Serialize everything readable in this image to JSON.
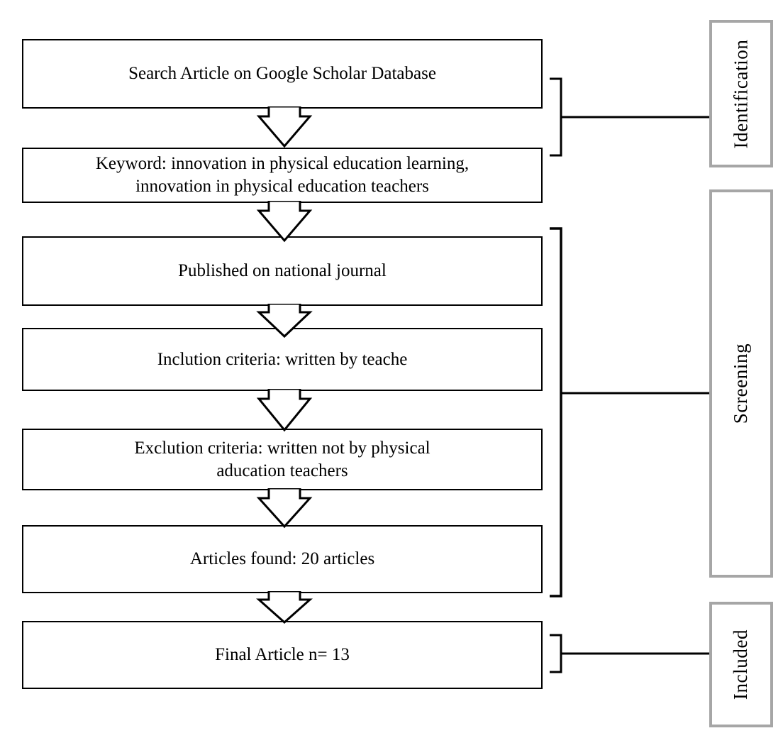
{
  "diagram": {
    "title": "PRISMA-style article selection flow diagram",
    "line_color": "#000000",
    "stage_border_color": "#a6a6a6",
    "background": "#ffffff"
  },
  "flow": {
    "boxes": [
      {
        "id": "search-article",
        "label": "Search Article on Google Scholar Database"
      },
      {
        "id": "keyword",
        "label": "Keyword: innovation in physical education learning,\ninnovation in physical education teachers"
      },
      {
        "id": "published-national-journal",
        "label": "Published on national journal"
      },
      {
        "id": "inclusion-criteria",
        "label": "Inclution criteria: written by teache"
      },
      {
        "id": "exclusion-criteria",
        "label": "Exclution criteria: written not by physical\naducation teachers"
      },
      {
        "id": "articles-found",
        "label": "Articles found: 20 articles"
      },
      {
        "id": "final-article",
        "label": "Final Article n= 13"
      }
    ],
    "connector_icon": "hollow-down-arrow"
  },
  "stages": [
    {
      "id": "identification",
      "label": "Identification"
    },
    {
      "id": "screening",
      "label": "Screening"
    },
    {
      "id": "included",
      "label": "Included"
    }
  ],
  "chart_data": {
    "type": "table",
    "title": "PRISMA-style article selection flow diagram",
    "categories": [
      "Identification",
      "Screening",
      "Included"
    ],
    "steps": [
      {
        "stage": "Identification",
        "step": "Search Article on Google Scholar Database"
      },
      {
        "stage": "Identification",
        "step": "Keyword: innovation in physical education learning, innovation in physical education teachers"
      },
      {
        "stage": "Screening",
        "step": "Published on national journal"
      },
      {
        "stage": "Screening",
        "step": "Inclution criteria: written by teache"
      },
      {
        "stage": "Screening",
        "step": "Exclution criteria: written not by physical aducation teachers"
      },
      {
        "stage": "Screening",
        "step": "Articles found: 20 articles"
      },
      {
        "stage": "Included",
        "step": "Final Article n= 13"
      }
    ],
    "values": [
      20,
      13
    ],
    "value_labels": [
      "Articles found: 20 articles",
      "Final Article n= 13"
    ]
  }
}
